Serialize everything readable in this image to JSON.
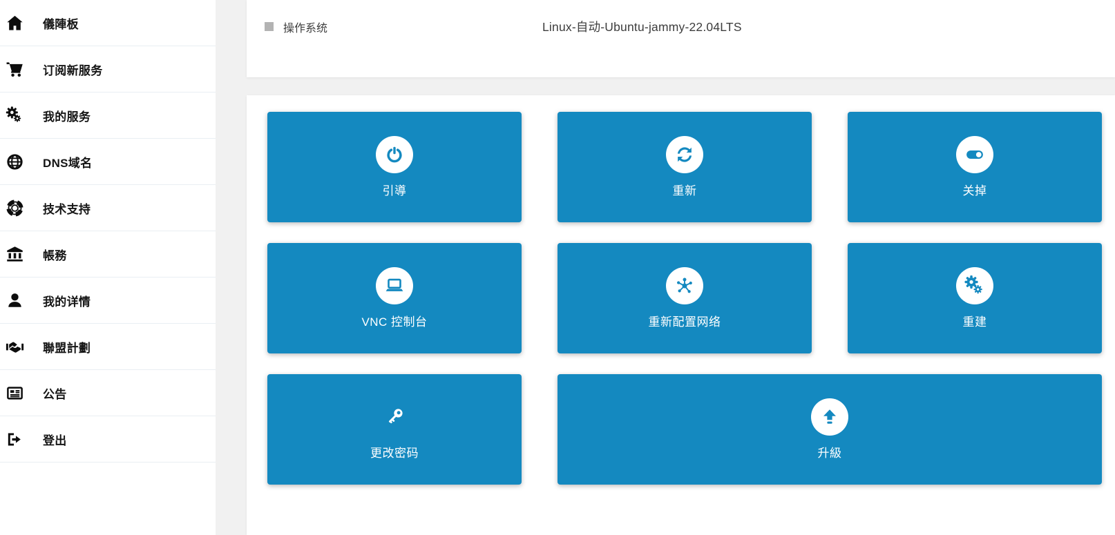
{
  "colors": {
    "accent_blue": "#1489c0",
    "page_background": "#f1f1f1",
    "sidebar_divider": "#e9eef3",
    "text_dark": "#3d3d3d"
  },
  "sidebar": {
    "items": [
      {
        "label": "儀陣板",
        "icon": "home-icon"
      },
      {
        "label": "订阅新服务",
        "icon": "cart-icon"
      },
      {
        "label": "我的服务",
        "icon": "gears-icon"
      },
      {
        "label": "DNS域名",
        "icon": "globe-icon"
      },
      {
        "label": "技术支持",
        "icon": "life-ring-icon"
      },
      {
        "label": "帳務",
        "icon": "bank-icon"
      },
      {
        "label": "我的详情",
        "icon": "user-icon"
      },
      {
        "label": "聯盟計劃",
        "icon": "handshake-icon"
      },
      {
        "label": "公告",
        "icon": "newspaper-icon"
      },
      {
        "label": "登出",
        "icon": "logout-icon"
      }
    ]
  },
  "info_panel": {
    "label": "操作系统",
    "value": "Linux-自动-Ubuntu-jammy-22.04LTS"
  },
  "actions": [
    {
      "label": "引導",
      "icon": "power-icon"
    },
    {
      "label": "重新",
      "icon": "refresh-icon"
    },
    {
      "label": "关掉",
      "icon": "toggle-icon"
    },
    {
      "label": "VNC 控制台",
      "icon": "laptop-icon"
    },
    {
      "label": "重新配置网络",
      "icon": "network-icon"
    },
    {
      "label": "重建",
      "icon": "rebuild-gears-icon"
    },
    {
      "label": "更改密码",
      "icon": "key-icon"
    },
    {
      "label": "升級",
      "icon": "upgrade-icon"
    }
  ]
}
